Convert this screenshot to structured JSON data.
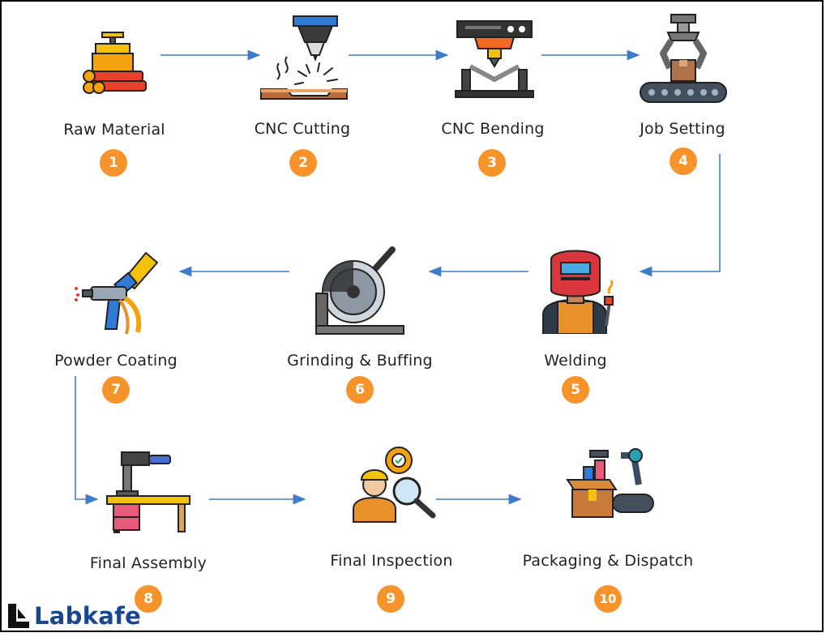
{
  "steps": [
    {
      "label": "Raw Material",
      "number": "1",
      "icon": "raw-material-icon"
    },
    {
      "label": "CNC Cutting",
      "number": "2",
      "icon": "cnc-cutting-icon"
    },
    {
      "label": "CNC Bending",
      "number": "3",
      "icon": "cnc-bending-icon"
    },
    {
      "label": "Job Setting",
      "number": "4",
      "icon": "job-setting-icon"
    },
    {
      "label": "Welding",
      "number": "5",
      "icon": "welding-icon"
    },
    {
      "label": "Grinding & Buffing",
      "number": "6",
      "icon": "grinding-icon"
    },
    {
      "label": "Powder Coating",
      "number": "7",
      "icon": "powder-coating-icon"
    },
    {
      "label": "Final Assembly",
      "number": "8",
      "icon": "final-assembly-icon"
    },
    {
      "label": "Final Inspection",
      "number": "9",
      "icon": "final-inspection-icon"
    },
    {
      "label": "Packaging & Dispatch",
      "number": "10",
      "icon": "packaging-icon"
    }
  ],
  "brand": {
    "name": "Labkafe"
  },
  "colors": {
    "badge": "#f7932b",
    "arrow": "#3d7cc9",
    "brand": "#17478f"
  }
}
